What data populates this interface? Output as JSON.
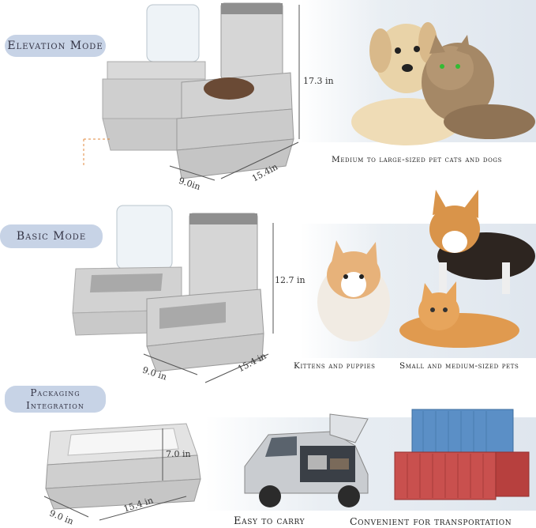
{
  "sections": {
    "elevation": {
      "label": "Elevation Mode",
      "height": "17.3 in",
      "width": "9.0in",
      "depth": "15.4in",
      "caption": "Medium to large-sized pet cats and dogs"
    },
    "basic": {
      "label": "Basic Mode",
      "height": "12.7 in",
      "width": "9.0 in",
      "depth": "15.4 in",
      "caption_left": "Kittens and puppies",
      "caption_right": "Small and medium-sized pets"
    },
    "packaging": {
      "label_line1": "Packaging",
      "label_line2": "Integration",
      "height": "7.0 in",
      "width": "9.0 in",
      "depth": "15.4 in",
      "caption_left": "Easy to carry",
      "caption_right": "Convenient for transportation"
    }
  },
  "colors": {
    "pill": "#c7d3e6",
    "feeder_gray": "#cfcfcf",
    "feeder_dark": "#9a9a9a",
    "container_blue": "#5b8fc6",
    "container_red": "#c9504e"
  }
}
